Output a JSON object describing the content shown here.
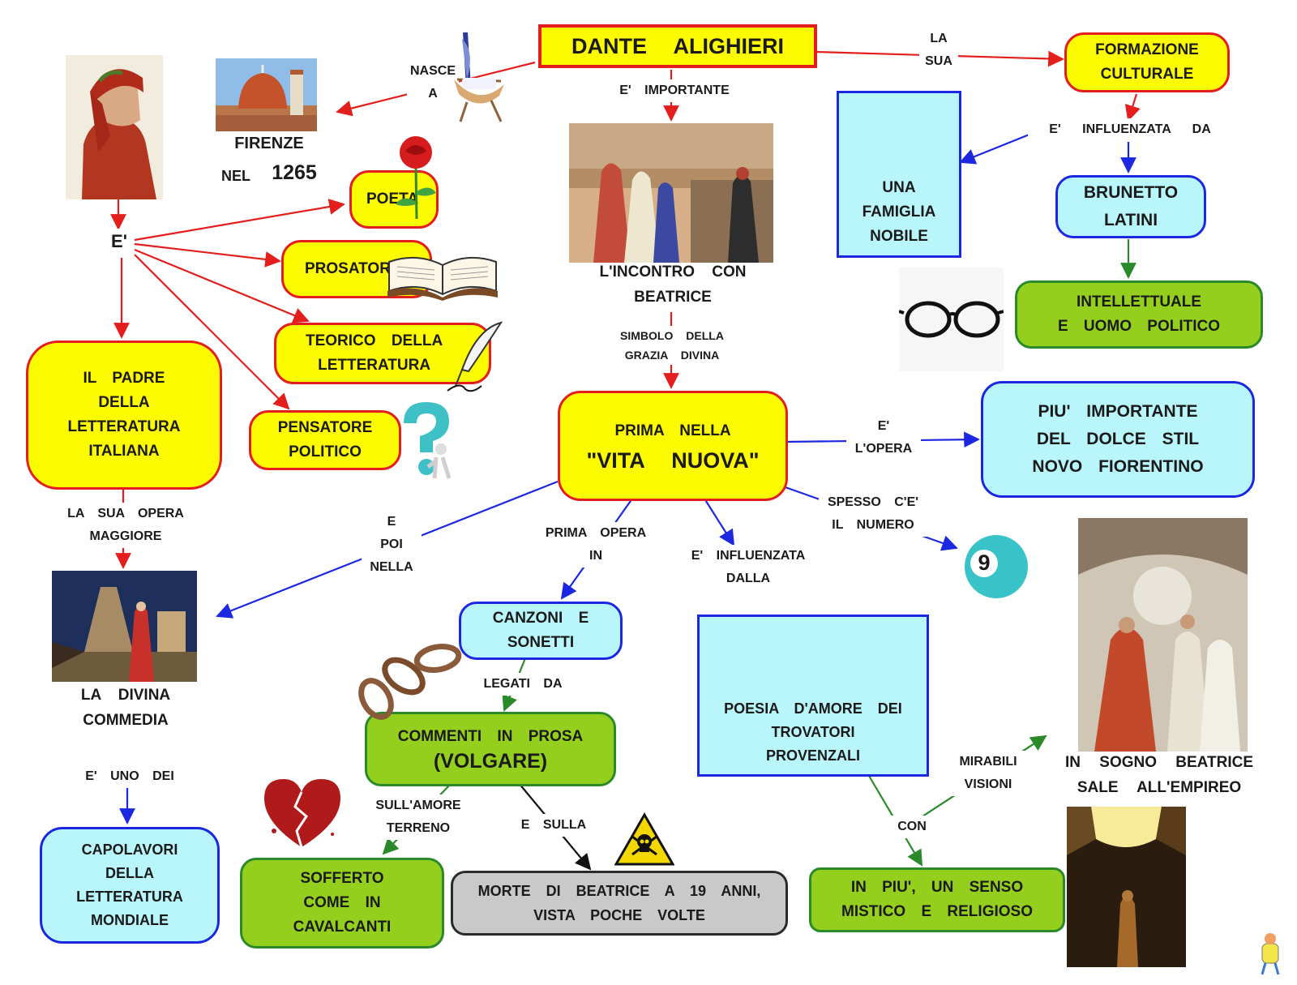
{
  "title": "DANTE ALIGHIERI",
  "colors": {
    "red_link": "#e41d1d",
    "blue_link": "#1b27e0",
    "green_link": "#2a8a2a",
    "black_link": "#111111",
    "yellow_node": "#fdfb00",
    "cyan_node": "#b9f6fb",
    "green_node": "#95cf1e",
    "grey_node": "#c9c9c9"
  },
  "nodes": {
    "firenze": "FIRENZE",
    "nel": "NEL",
    "year": "1265",
    "e_is": "E'",
    "poeta": "POETA",
    "prosatore": "PROSATORE",
    "teorico": "TEORICO DELLA\nLETTERATURA",
    "pensatore": "PENSATORE\nPOLITICO",
    "padre": "IL PADRE\nDELLA\nLETTERATURA\nITALIANA",
    "divina": "LA DIVINA\nCOMMEDIA",
    "capolavori": "CAPOLAVORI\nDELLA\nLETTERATURA\nMONDIALE",
    "incontro": "L'INCONTRO CON\nBEATRICE",
    "prima_nella": "PRIMA NELLA",
    "vita_nuova": "\"VITA NUOVA\"",
    "formazione": "FORMAZIONE\nCULTURALE",
    "famiglia": "UNA\nFAMIGLIA\nNOBILE",
    "brunetto": "BRUNETTO\nLATINI",
    "intellettuale": "INTELLETTUALE\nE UOMO POLITICO",
    "dolce_stil": "PIU' IMPORTANTE\nDEL DOLCE STIL\nNOVO FIORENTINO",
    "canzoni": "CANZONI E\nSONETTI",
    "commenti_line1": "COMMENTI IN PROSA",
    "commenti_line2": "(VOLGARE)",
    "sofferto": "SOFFERTO\nCOME IN\nCAVALCANTI",
    "morte": "MORTE DI BEATRICE A 19 ANNI,\nVISTA POCHE VOLTE",
    "poesia": "POESIA D'AMORE DEI\nTROVATORI\nPROVENZALI",
    "mistico": "IN PIU', UN SENSO\nMISTICO E RELIGIOSO",
    "sogno": "IN SOGNO BEATRICE\nSALE ALL'EMPIREO",
    "number_nine": "9"
  },
  "links": {
    "nasce_a": "NASCE\nA",
    "e_importante": "E' IMPORTANTE",
    "la_sua": "LA\nSUA",
    "e_influenzata_da": "E' INFLUENZATA DA",
    "simbolo": "SIMBOLO DELLA\nGRAZIA DIVINA",
    "e_lopera": "E'\nL'OPERA",
    "spesso": "SPESSO C'E'\nIL NUMERO",
    "la_sua_opera": "LA SUA OPERA\nMAGGIORE",
    "e_poi_nella": "E\nPOI\nNELLA",
    "prima_opera_in": "PRIMA OPERA\nIN",
    "e_influenzata_dalla": "E' INFLUENZATA\nDALLA",
    "legati_da": "LEGATI DA",
    "e_uno_dei": "E' UNO DEI",
    "sullamore": "SULL'AMORE\nTERRENO",
    "e_sulla": "E SULLA",
    "con": "CON",
    "mirabili": "MIRABILI\nVISIONI"
  },
  "icons": [
    "dante-portrait",
    "florence-cathedral-photo",
    "cradle-icon",
    "rose-icon",
    "book-icon",
    "quill-icon",
    "thinker-question-icon",
    "beatrice-meeting-painting",
    "coat-of-arms-icon",
    "glasses-icon",
    "divine-comedy-painting",
    "chain-icon",
    "broken-heart-icon",
    "skull-warning-icon",
    "troubadours-miniature",
    "billiard-ball-icon",
    "empyrean-fresco",
    "statue-photo",
    "mascot-icon"
  ]
}
